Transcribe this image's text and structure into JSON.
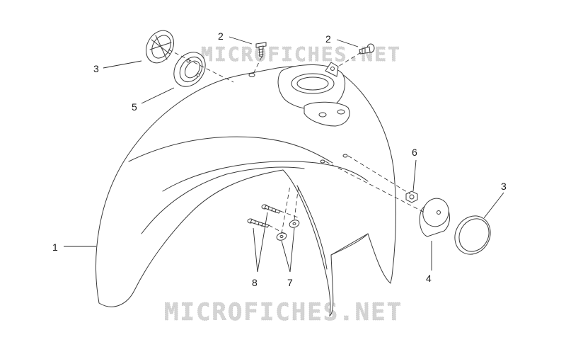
{
  "watermark": "MICROFICHES.NET",
  "callouts": {
    "c1": "1",
    "c2a": "2",
    "c2b": "2",
    "c3a": "3",
    "c3b": "3",
    "c4": "4",
    "c5": "5",
    "c6": "6",
    "c7": "7",
    "c8": "8"
  },
  "colors": {
    "line": "#3a3a3a",
    "watermark": "#d4d4d4"
  }
}
